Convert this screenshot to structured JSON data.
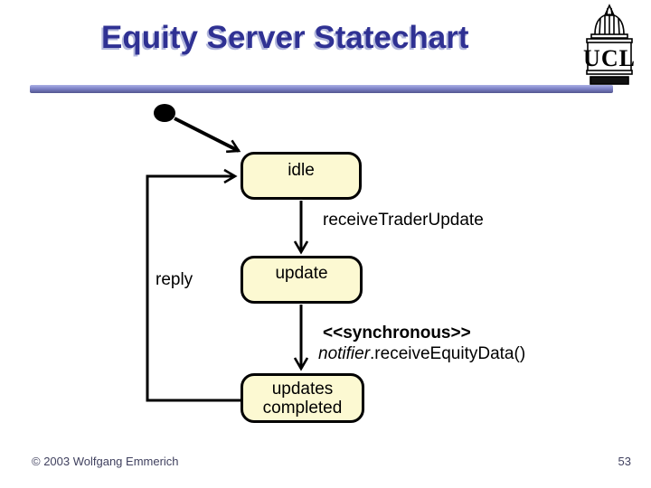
{
  "slide": {
    "title": "Equity Server Statechart",
    "footer": "© 2003 Wolfgang Emmerich",
    "page_number": "53"
  },
  "logo": {
    "text": "UCL"
  },
  "diagram": {
    "type": "uml-statechart",
    "states": {
      "idle": {
        "label": "idle"
      },
      "update": {
        "label": "update"
      },
      "completed": {
        "line1": "updates",
        "line2": "completed"
      }
    },
    "transitions": {
      "initial_to_idle": "",
      "idle_to_update": "receiveTraderUpdate",
      "completed_to_idle": "reply",
      "update_to_completed_stereotype": "<<synchronous>>",
      "update_to_completed_action_object": "notifier",
      "update_to_completed_action_rest": ".receiveEquityData()"
    },
    "colors": {
      "state_fill": "#FCF9D2",
      "state_border": "#000000",
      "title_color": "#2F3193",
      "title_shadow": "#B3B8DC",
      "accent_bar_top": "#AAB0E4",
      "accent_bar_bottom": "#53568F",
      "footer_color": "#40415F"
    }
  }
}
